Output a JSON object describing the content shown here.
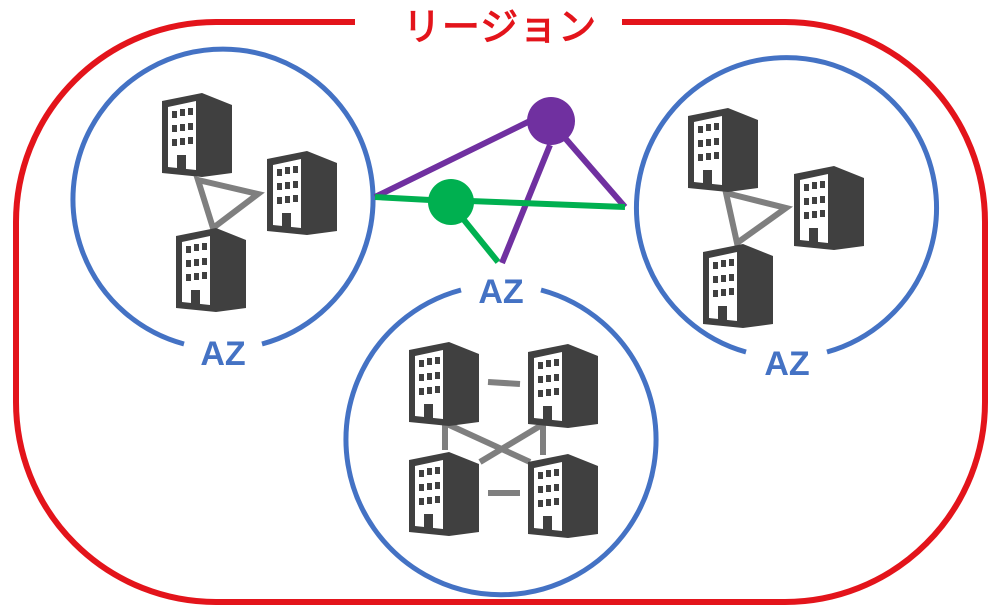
{
  "diagram": {
    "title": "リージョン",
    "colors": {
      "region": "#e3141b",
      "az": "#4472c4",
      "building": "#404040",
      "building_link": "#7f7f7f",
      "node_purple": "#7030a0",
      "node_green": "#00b050"
    },
    "region": {
      "label": "リージョン"
    },
    "availability_zones": [
      {
        "id": "az-left",
        "label": "AZ",
        "building_count": 3,
        "topology": "triangle"
      },
      {
        "id": "az-center",
        "label": "AZ",
        "building_count": 4,
        "topology": "full-mesh"
      },
      {
        "id": "az-right",
        "label": "AZ",
        "building_count": 3,
        "topology": "triangle"
      }
    ],
    "network_nodes": [
      {
        "id": "purple-node",
        "color": "purple",
        "connects": [
          "az-left",
          "az-right",
          "az-center"
        ]
      },
      {
        "id": "green-node",
        "color": "green",
        "connects": [
          "az-left",
          "az-right",
          "az-center"
        ]
      }
    ]
  }
}
